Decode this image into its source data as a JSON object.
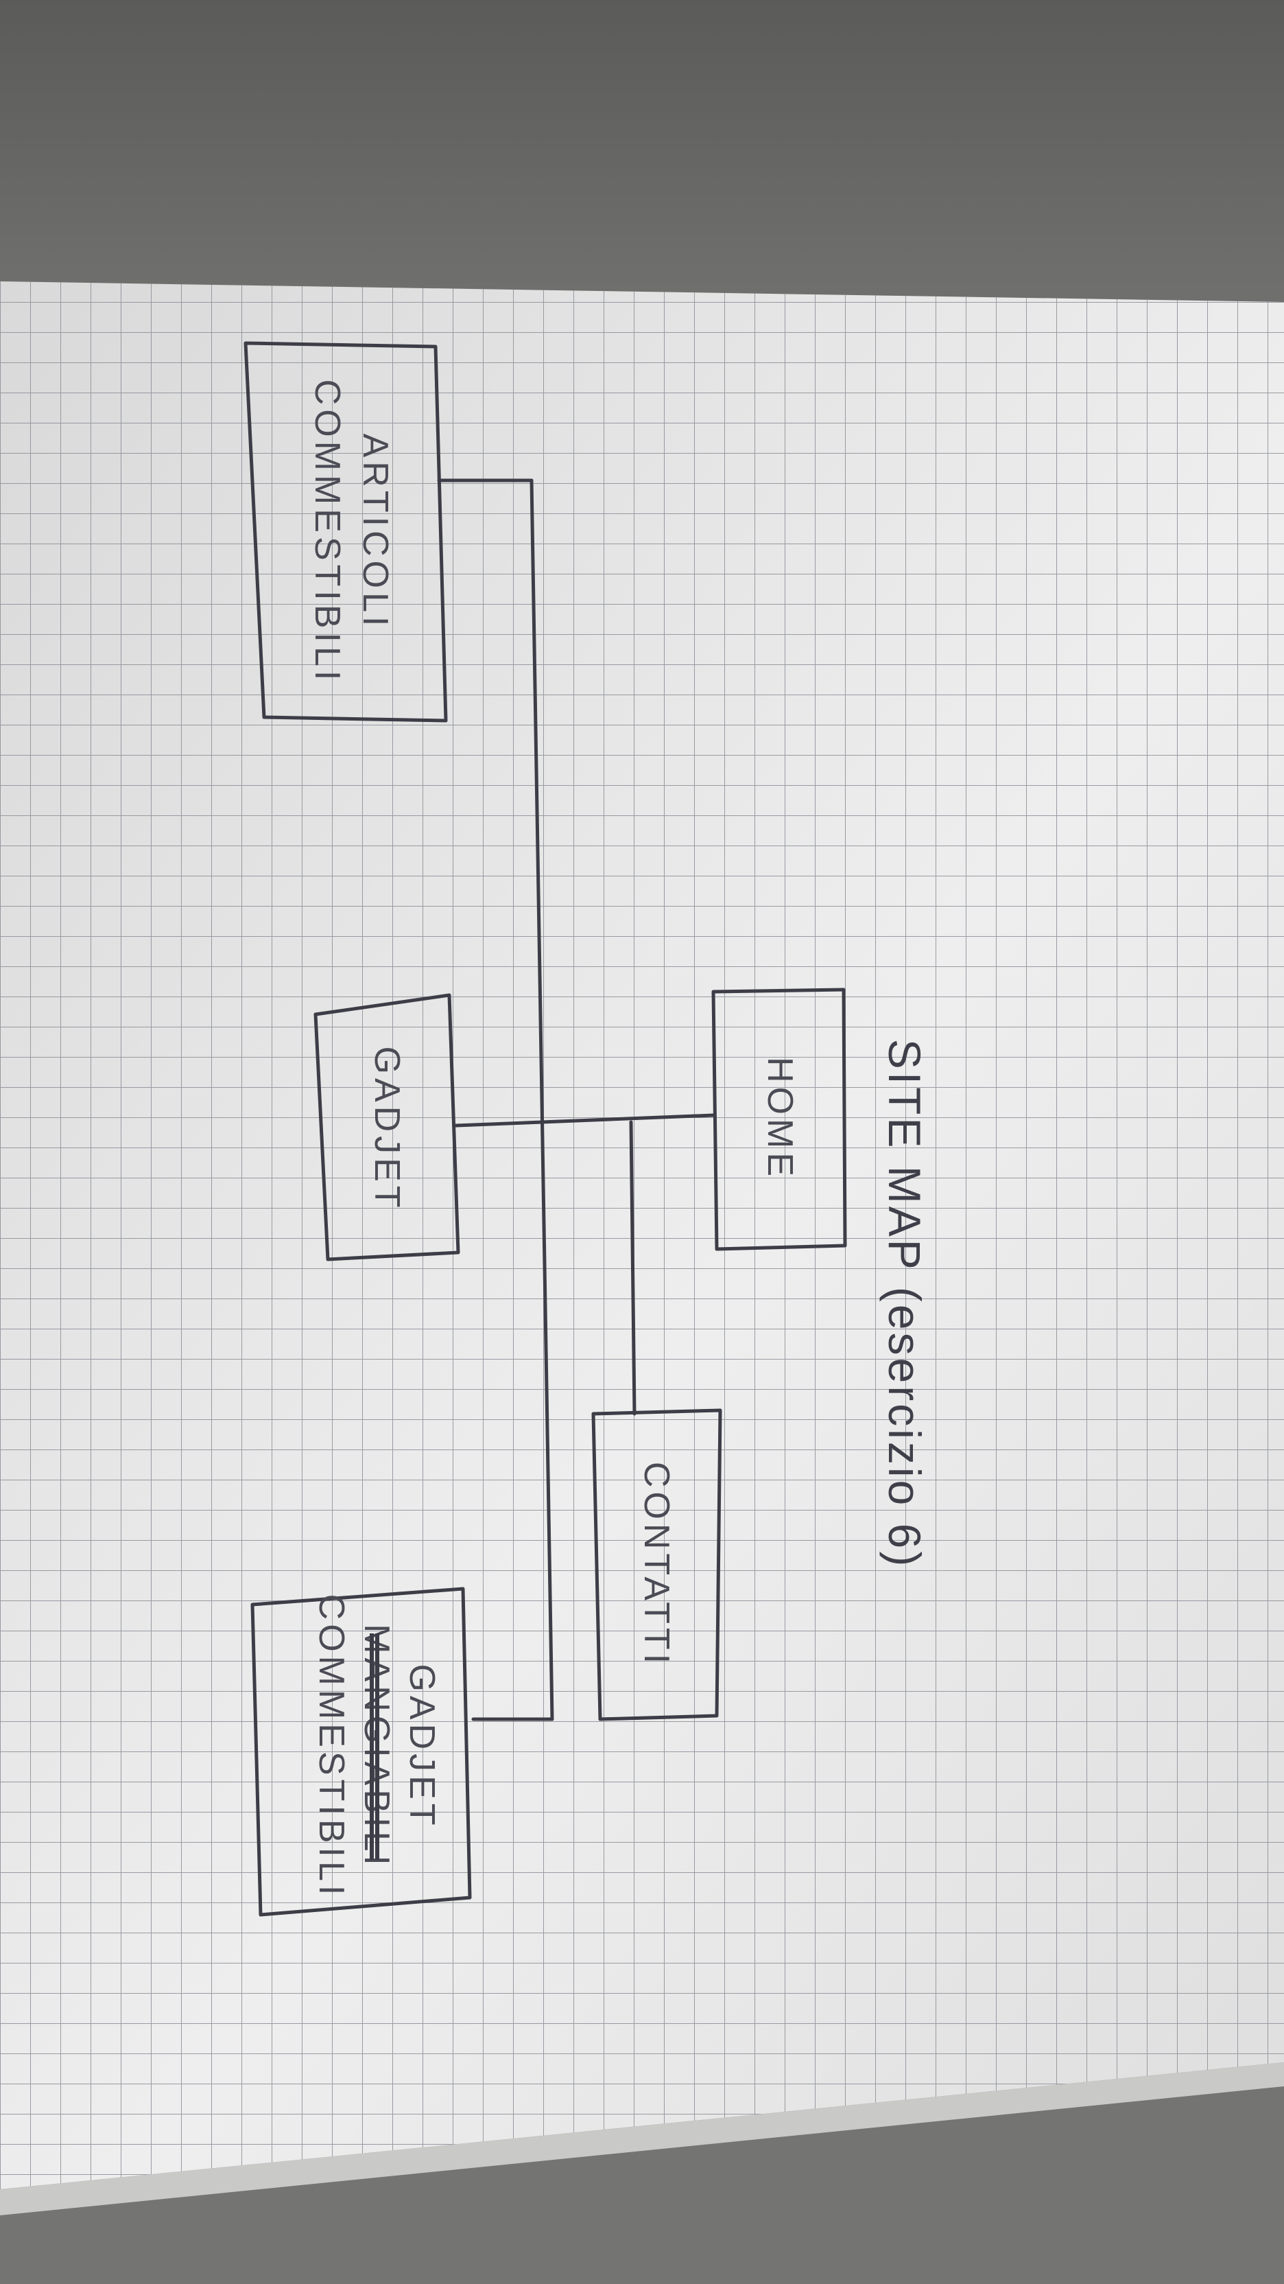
{
  "diagram": {
    "title": "SITE MAP (esercizio 6)",
    "nodes": {
      "home": "HOME",
      "contatti": "CONTATTI",
      "gadjet": "GADJET",
      "articoli": [
        "ARTICOLI",
        "COMMESTIBILI"
      ],
      "gadjet_commestibili": [
        "GADJET",
        "MANGIABILI",
        "COMMESTIBILI"
      ]
    },
    "struck_out_word": "MANGIABILI"
  }
}
